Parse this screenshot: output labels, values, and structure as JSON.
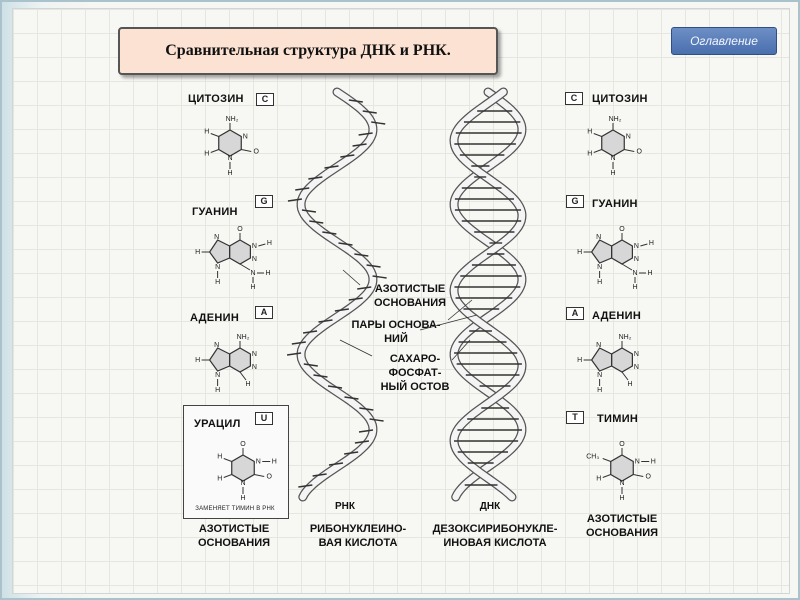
{
  "title": "Сравнительная структура ДНК и РНК.",
  "toc_button": "Оглавление",
  "left_bases": [
    {
      "name": "ЦИТОЗИН",
      "letter": "C"
    },
    {
      "name": "ГУАНИН",
      "letter": "G"
    },
    {
      "name": "АДЕНИН",
      "letter": "A"
    },
    {
      "name": "УРАЦИЛ",
      "letter": "U"
    }
  ],
  "right_bases": [
    {
      "name": "ЦИТОЗИН",
      "letter": "C"
    },
    {
      "name": "ГУАНИН",
      "letter": "G"
    },
    {
      "name": "АДЕНИН",
      "letter": "A"
    },
    {
      "name": "ТИМИН",
      "letter": "T"
    }
  ],
  "uracil_note": "ЗАМЕНЯЕТ ТИМИН В РНК",
  "center_labels": {
    "nitrogen_bases": [
      "АЗОТИСТЫЕ",
      "ОСНОВАНИЯ"
    ],
    "base_pairs": [
      "ПАРЫ ОСНОВА-",
      "НИЙ"
    ],
    "backbone": [
      "САХАРО-",
      "ФОСФАТ-",
      "НЫЙ ОСТОВ"
    ]
  },
  "rna_short": "РНК",
  "dna_short": "ДНК",
  "rna_full": [
    "РИБОНУКЛЕИНО-",
    "ВАЯ КИСЛОТА"
  ],
  "dna_full": [
    "ДЕЗОКСИРИБОНУКЛЕ-",
    "ИНОВАЯ КИСЛОТА"
  ],
  "left_footer": [
    "АЗОТИСТЫЕ",
    "ОСНОВАНИЯ"
  ],
  "right_footer": [
    "АЗОТИСТЫЕ",
    "ОСНОВАНИЯ"
  ],
  "atoms": {
    "H": "H",
    "N": "N",
    "O": "O",
    "NH2": "NH₂",
    "CH3": "CH₃"
  }
}
